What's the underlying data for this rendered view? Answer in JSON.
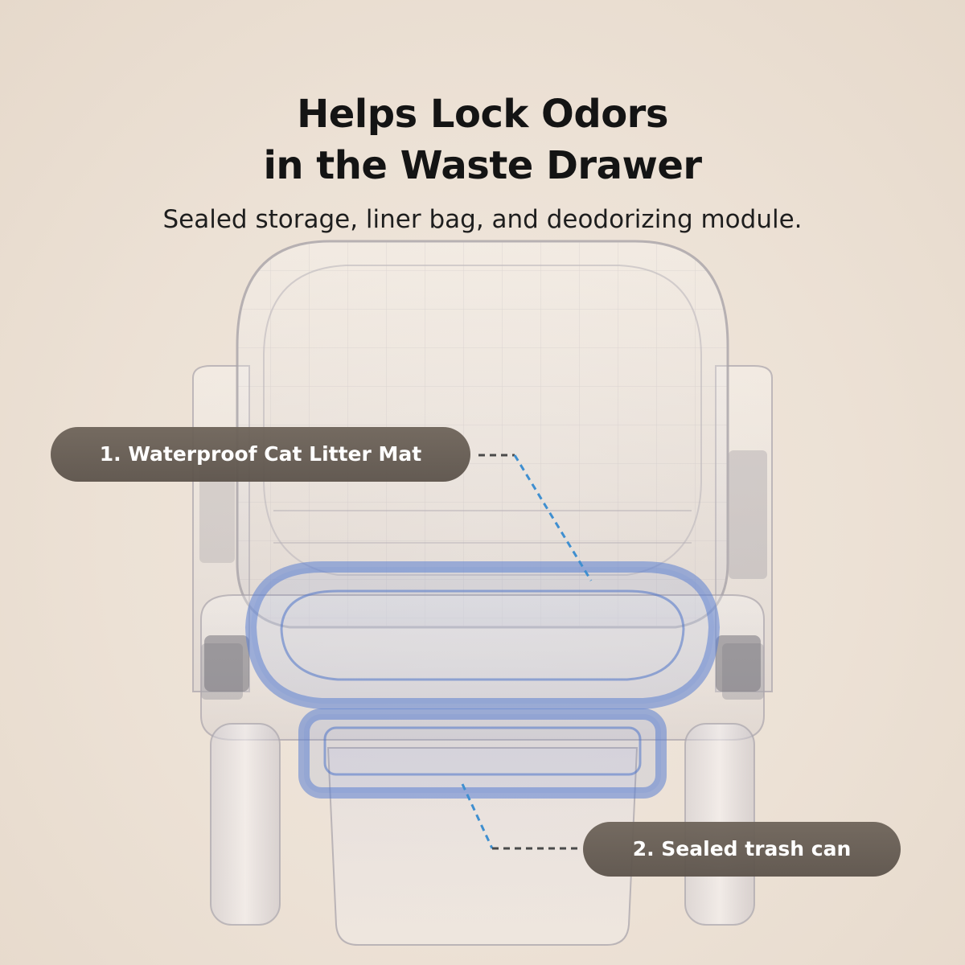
{
  "headline": {
    "line1": "Helps Lock Odors",
    "line2": "in the Waste Drawer"
  },
  "subheadline": "Sealed storage, liner bag, and deodorizing module.",
  "callouts": [
    {
      "label": "1. Waterproof Cat Litter Mat"
    },
    {
      "label": "2. Sealed trash can"
    }
  ],
  "colors": {
    "background": "#ede3d8",
    "callout_pill": "#655b52",
    "callout_text": "#ffffff",
    "leader_line_dark": "#4a4a4a",
    "leader_line_blue": "#3f8fd0",
    "highlight_blue": "#5b7fd1"
  }
}
